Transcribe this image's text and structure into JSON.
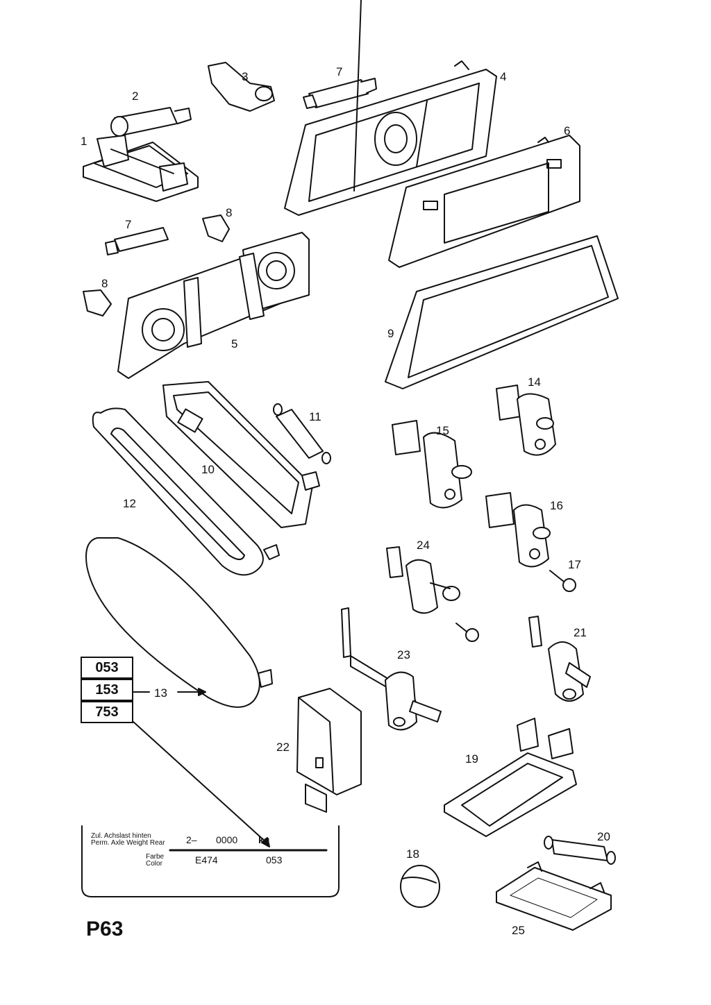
{
  "labels": [
    "1",
    "2",
    "3",
    "4",
    "5",
    "6",
    "7",
    "7",
    "8",
    "8",
    "9",
    "10",
    "11",
    "12",
    "13",
    "14",
    "15",
    "16",
    "17",
    "18",
    "19",
    "20",
    "21",
    "22",
    "23",
    "24",
    "25"
  ],
  "codes": [
    "053",
    "153",
    "753"
  ],
  "plate": {
    "line1_de": "Zul. Achslast hinten",
    "line1_en": "Perm. Axle Weight Rear",
    "weight_prefix": "2–",
    "weight_value": "0000",
    "weight_unit": "kg",
    "line2_de": "Farbe",
    "line2_en": "Color",
    "color_code": "E474",
    "color_value": "053"
  },
  "page_code": "P63"
}
